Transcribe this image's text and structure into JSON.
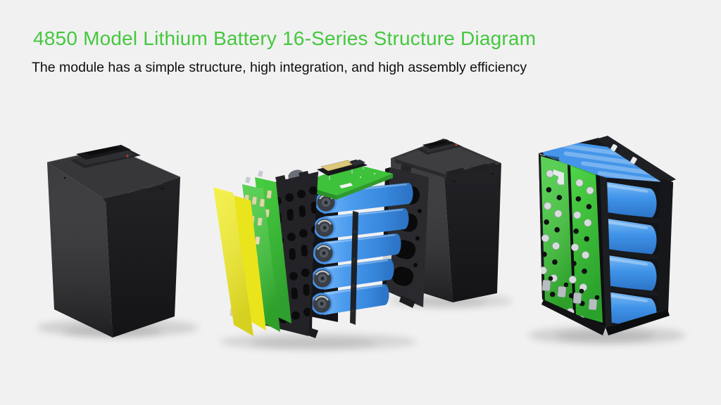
{
  "page": {
    "title": "4850 Model Lithium Battery 16-Series Structure Diagram",
    "subtitle": "The module has a simple structure, high integration, and high assembly efficiency"
  },
  "palette": {
    "background": "#f1f1f2",
    "title_green": "#45c83e",
    "text_black": "#0e0e0e",
    "case_black": "#2b2b2e",
    "insulation_yellow": "#f2ee2e",
    "pcb_green": "#43cb3e",
    "cell_blue": "#4596ea",
    "terminal_silver": "#ccd1d6"
  },
  "figure": {
    "parts": [
      "battery-pack-enclosure",
      "insulation-sheet",
      "busbar-pcb",
      "cell-holder-frame",
      "cylindrical-cell-block",
      "bms-board",
      "end-holder-frame",
      "case-with-lid",
      "assembled-cell-module"
    ]
  }
}
